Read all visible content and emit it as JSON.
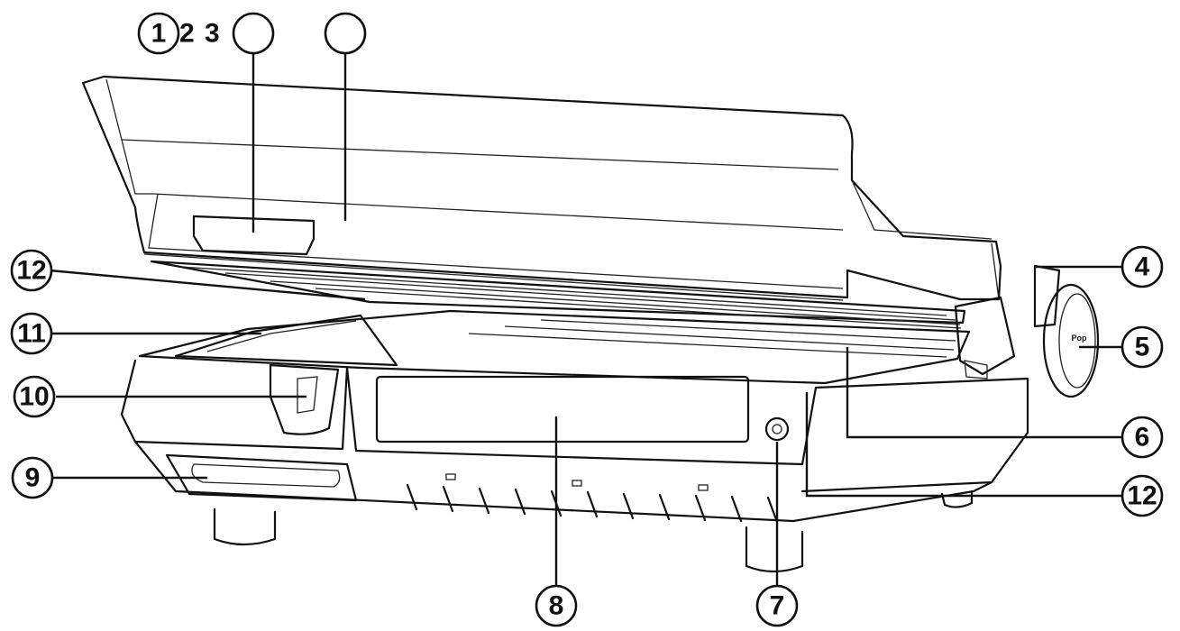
{
  "callouts": {
    "c1": "1",
    "c2": "2",
    "c3": "3",
    "c4": "4",
    "c5": "5",
    "c6": "6",
    "c7": "7",
    "c8": "8",
    "c9": "9",
    "c10": "10",
    "c11": "11",
    "c12a": "12",
    "c12b": "12"
  },
  "dial_label": "Pop"
}
